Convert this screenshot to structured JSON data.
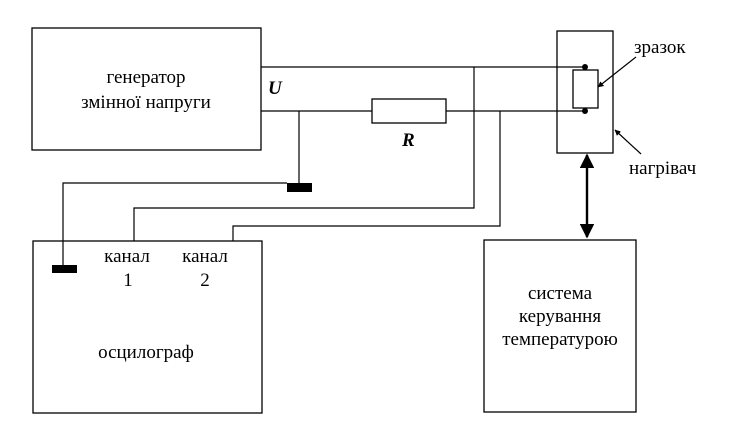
{
  "generator": {
    "line1": "генератор",
    "line2": "змінної напруги"
  },
  "voltage_label": "U",
  "resistor_label": "R",
  "sample_label": "зразок",
  "heater_label": "нагрівач",
  "oscilloscope": {
    "title": "осцилограф",
    "channel1": {
      "line1": "канал",
      "line2": "1"
    },
    "channel2": {
      "line1": "канал",
      "line2": "2"
    }
  },
  "temperature_control": {
    "line1": "система",
    "line2": "керування",
    "line3": "температурою"
  }
}
